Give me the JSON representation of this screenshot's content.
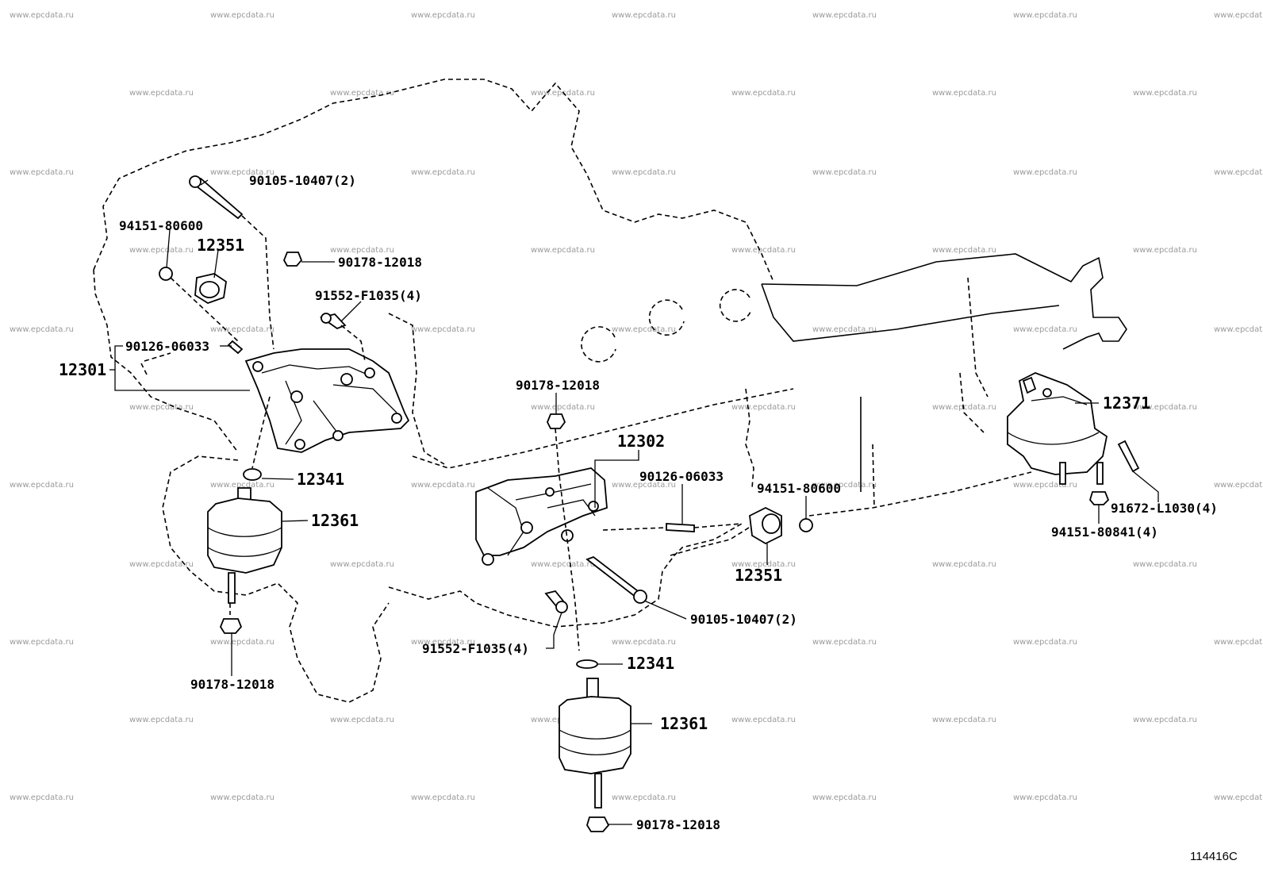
{
  "watermark": "www.epcdata.ru",
  "figure_id": "114416C",
  "callouts": {
    "c1": "90105-10407(2)",
    "c2": "94151-80600",
    "c3": "12351",
    "c4": "90178-12018",
    "c5": "91552-F1035(4)",
    "c6": "90126-06033",
    "c7": "12301",
    "c8": "12341",
    "c9": "12361",
    "c10": "90178-12018",
    "c11": "90178-12018",
    "c12": "12302",
    "c13": "90126-06033",
    "c14": "94151-80600",
    "c15": "12351",
    "c16": "12371",
    "c17": "91672-L1030(4)",
    "c18": "94151-80841(4)",
    "c19": "90105-10407(2)",
    "c20": "91552-F1035(4)",
    "c21": "12341",
    "c22": "12361",
    "c23": "90178-12018"
  }
}
